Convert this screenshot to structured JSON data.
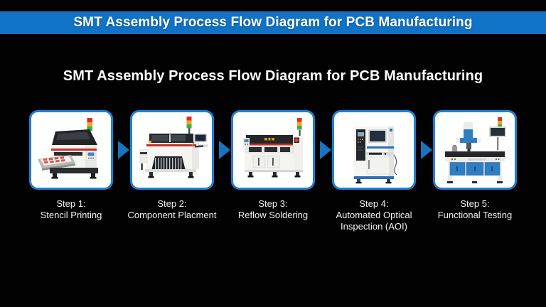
{
  "banner": {
    "title": "SMT Assembly Process Flow Diagram for PCB Manufacturing"
  },
  "heading": {
    "title": "SMT Assembly Process Flow Diagram for PCB Manufacturing"
  },
  "colors": {
    "background": "#020202",
    "banner_blue": "#1173c6",
    "box_border_blue": "#1b80d4",
    "arrow_blue": "#1874c0",
    "box_fill": "#ffffff",
    "label_text": "#f2f2f2",
    "machine_red_stripe": "#c63026",
    "machine_accent_blue": "#2f7ec2"
  },
  "steps": [
    {
      "machine": "stencil-printer",
      "lines": [
        "Step 1:",
        "Stencil Printing"
      ]
    },
    {
      "machine": "pick-and-place-machine",
      "lines": [
        "Step 2:",
        "Component Placment"
      ]
    },
    {
      "machine": "reflow-oven",
      "lines": [
        "Step 3:",
        "Reflow Soldering"
      ]
    },
    {
      "machine": "aoi-machine",
      "lines": [
        "Step 4:",
        "Automated Optical",
        "Inspection (AOI)"
      ]
    },
    {
      "machine": "functional-tester",
      "lines": [
        "Step 5:",
        "Functional Testing"
      ]
    }
  ]
}
